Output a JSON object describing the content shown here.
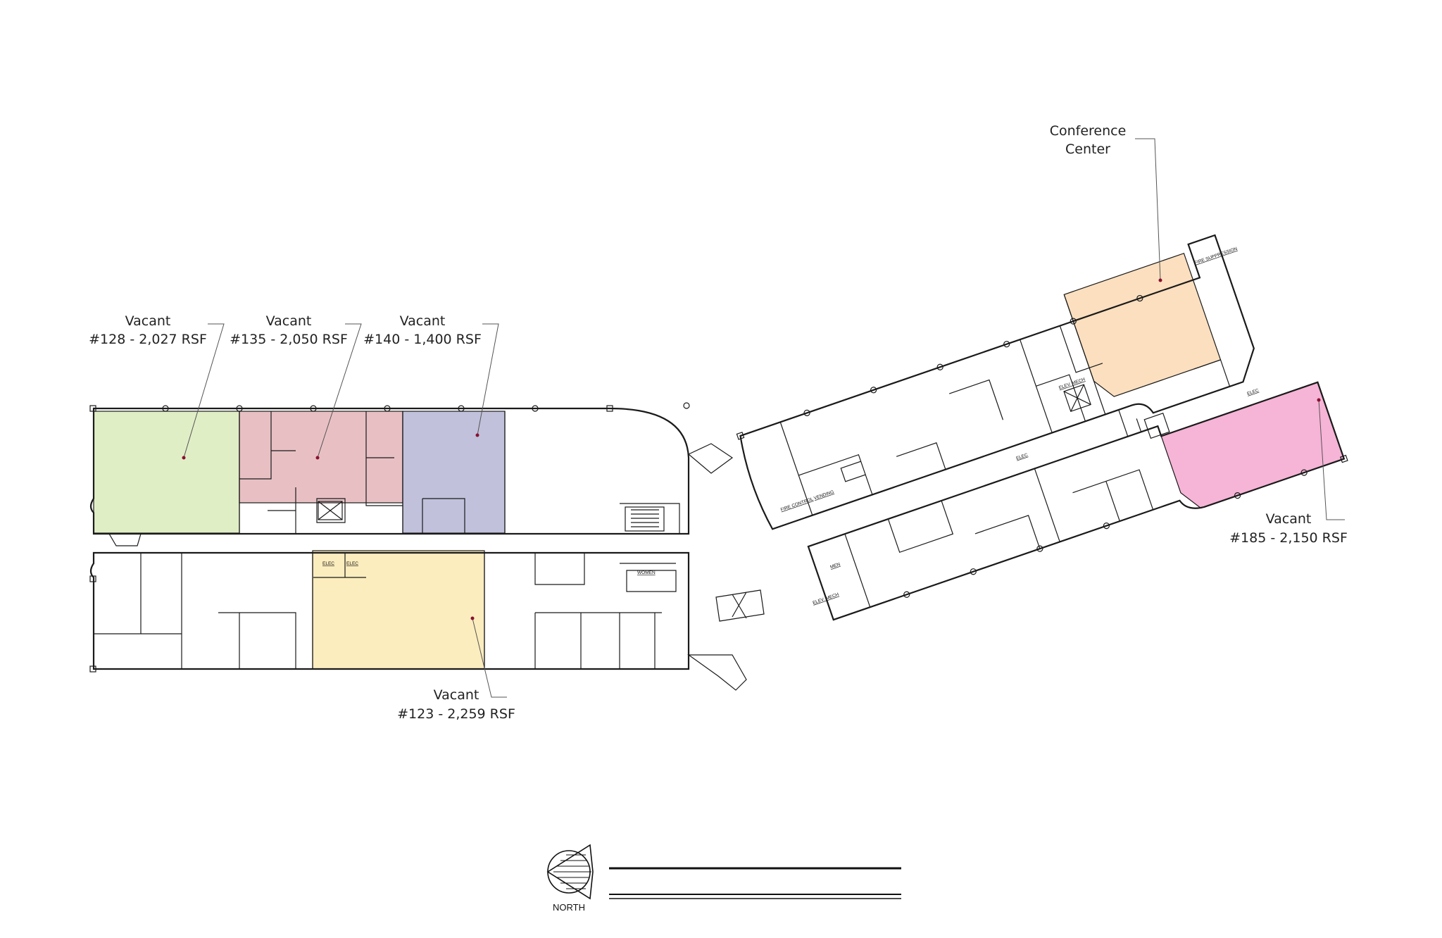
{
  "suites": [
    {
      "id": "s128",
      "line1": "Vacant",
      "line2": "#128 - 2,027 RSF",
      "color": "#e0eec6"
    },
    {
      "id": "s135",
      "line1": "Vacant",
      "line2": "#135 - 2,050 RSF",
      "color": "#e8c0c4"
    },
    {
      "id": "s140",
      "line1": "Vacant",
      "line2": "#140 - 1,400 RSF",
      "color": "#c1c1dc"
    },
    {
      "id": "s123",
      "line1": "Vacant",
      "line2": "#123 - 2,259 RSF",
      "color": "#fbedbe"
    },
    {
      "id": "s185",
      "line1": "Vacant",
      "line2": "#185 - 2,150 RSF",
      "color": "#f6b4d6"
    },
    {
      "id": "conference",
      "line1": "Conference",
      "line2": "Center",
      "color": "#fbdfbf"
    }
  ],
  "room_labels": {
    "elec_a": "ELEC",
    "elec_b": "ELEC",
    "elec_c": "ELEC",
    "elec_d": "ELEC",
    "women": "WOMEN",
    "men": "MEN",
    "vending": "VENDING",
    "fire_control": "FIRE CONTROL",
    "fire_suppression": "FIRE SUPPRESSION",
    "elev_mech_a": "ELEV. MECH",
    "elev_mech_b": "ELEV. MECH"
  },
  "north_label": "NORTH"
}
